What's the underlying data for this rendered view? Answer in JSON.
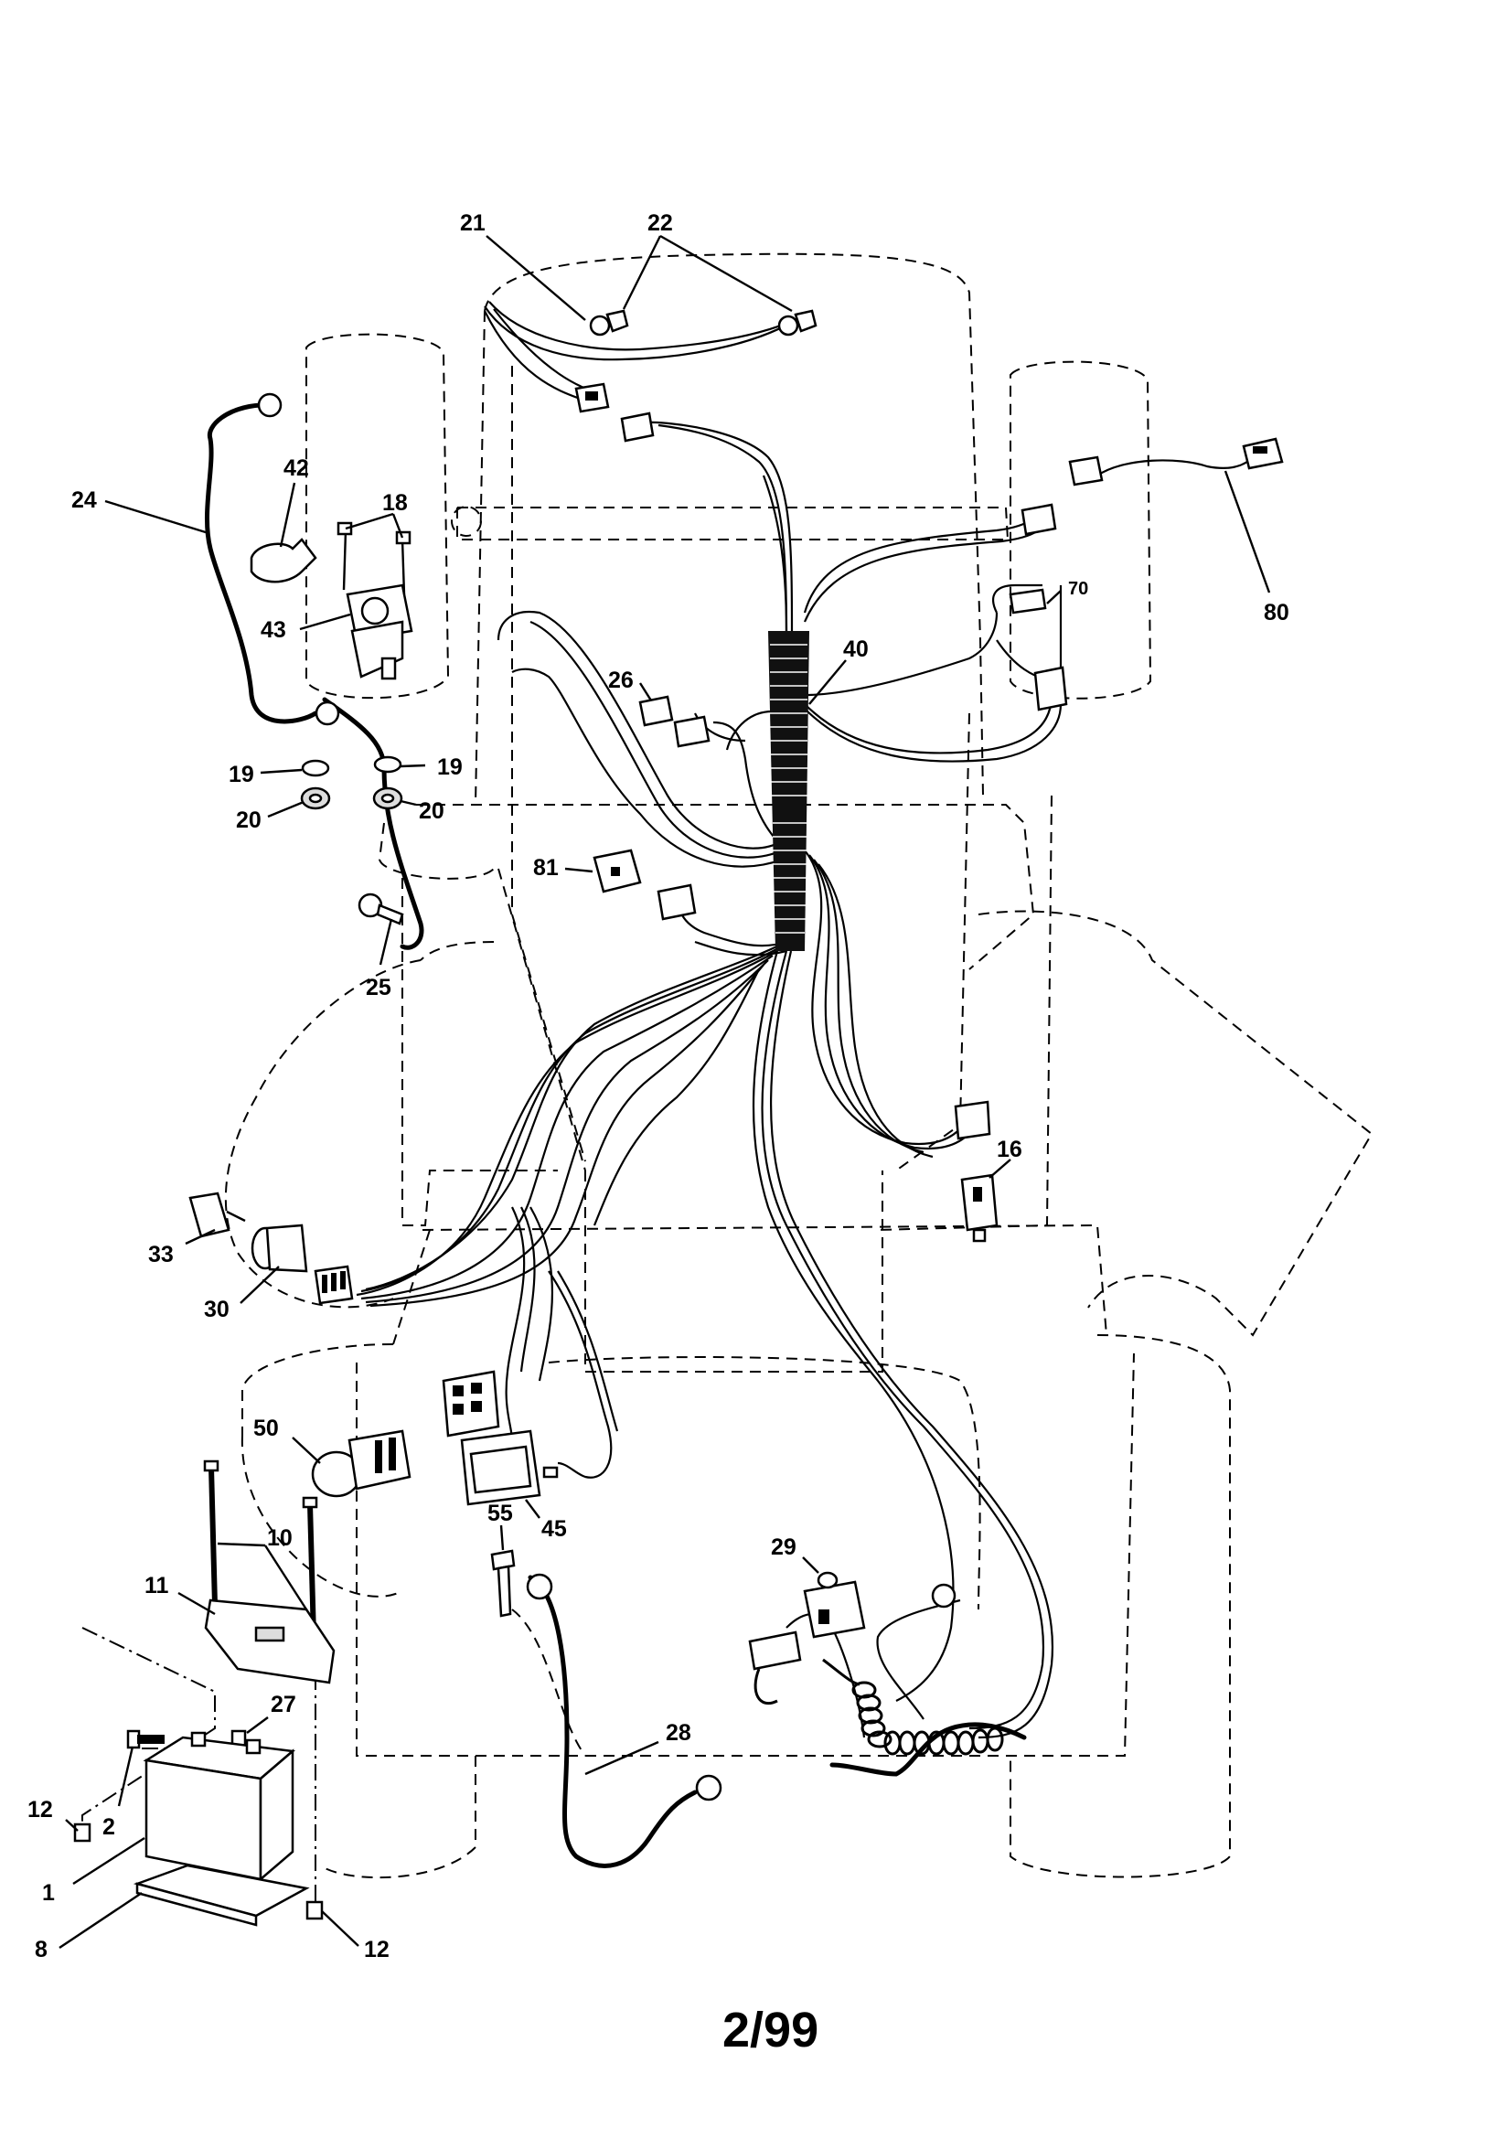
{
  "footer": {
    "date_code": "2/99"
  },
  "callouts": {
    "c21": "21",
    "c22": "22",
    "c24": "24",
    "c42": "42",
    "c18": "18",
    "c43": "43",
    "c19a": "19",
    "c19b": "19",
    "c20a": "20",
    "c20b": "20",
    "c25": "25",
    "c26": "26",
    "c40": "40",
    "c70": "70",
    "c80": "80",
    "c81": "81",
    "c16": "16",
    "c33": "33",
    "c30": "30",
    "c50": "50",
    "c10": "10",
    "c11": "11",
    "c55": "55",
    "c45": "45",
    "c29": "29",
    "c27": "27",
    "c28": "28",
    "c12a": "12",
    "c12b": "12",
    "c2": "2",
    "c1": "1",
    "c8": "8"
  }
}
